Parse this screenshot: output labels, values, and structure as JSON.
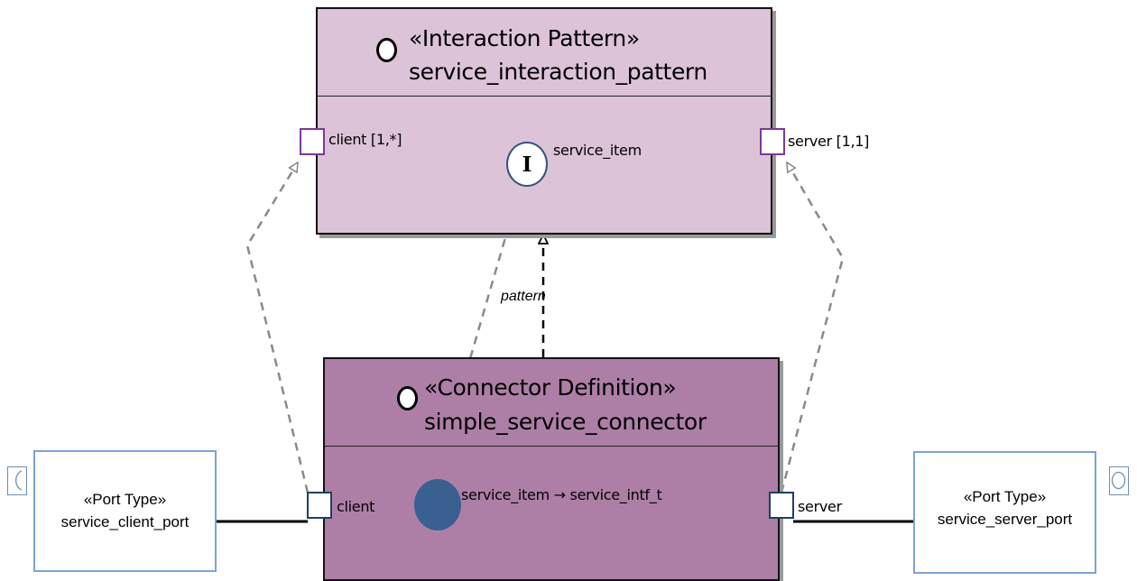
{
  "interaction_pattern": {
    "stereotype": "«Interaction Pattern»",
    "name": "service_interaction_pattern",
    "ports": {
      "client": "client [1,*]",
      "server": "server [1,1]"
    },
    "item": {
      "label": "service_item",
      "symbol": "I"
    }
  },
  "connector_definition": {
    "stereotype": "«Connector Definition»",
    "name": "simple_service_connector",
    "ports": {
      "client": "client",
      "server": "server"
    },
    "item": {
      "label": "service_item → service_intf_t"
    }
  },
  "relation_label": "pattern",
  "port_types": {
    "client": {
      "stereotype": "«Port Type»",
      "name": "service_client_port"
    },
    "server": {
      "stereotype": "«Port Type»",
      "name": "service_server_port"
    }
  },
  "colors": {
    "pattern_fill": "#dcc3d8",
    "connector_fill": "#ad7fa7",
    "port_type_border": "#7ba4d3",
    "item_fill": "#3a5f91"
  }
}
